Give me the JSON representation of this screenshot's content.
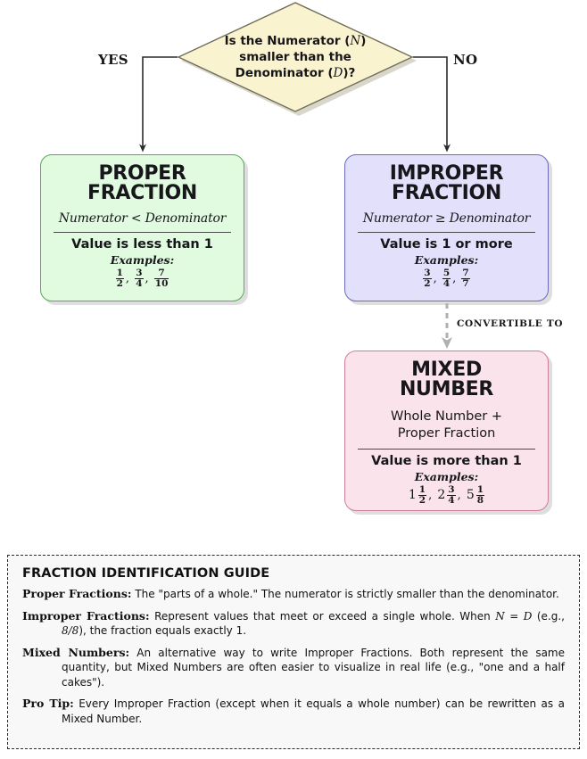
{
  "decision": {
    "line1_a": "Is the Numerator (",
    "line1_var": "N",
    "line1_b": ")",
    "line2": "smaller than the",
    "line3_a": "Denominator (",
    "line3_var": "D",
    "line3_b": ")?"
  },
  "branches": {
    "yes": "YES",
    "no": "NO"
  },
  "connector": {
    "convertible_label": "CONVERTIBLE TO"
  },
  "cards": {
    "proper": {
      "title_line1": "PROPER",
      "title_line2": "FRACTION",
      "rule": "Numerator < Denominator",
      "value": "Value is less than 1",
      "examples_label": "Examples:",
      "examples": [
        {
          "whole": "",
          "num": "1",
          "den": "2"
        },
        {
          "whole": "",
          "num": "3",
          "den": "4"
        },
        {
          "whole": "",
          "num": "7",
          "den": "10"
        }
      ]
    },
    "improper": {
      "title_line1": "IMPROPER",
      "title_line2": "FRACTION",
      "rule": "Numerator ≥ Denominator",
      "value": "Value is 1 or more",
      "examples_label": "Examples:",
      "examples": [
        {
          "whole": "",
          "num": "3",
          "den": "2"
        },
        {
          "whole": "",
          "num": "5",
          "den": "4"
        },
        {
          "whole": "",
          "num": "7",
          "den": "7"
        }
      ]
    },
    "mixed": {
      "title_line1": "MIXED",
      "title_line2": "NUMBER",
      "rule_line1": "Whole Number +",
      "rule_line2": "Proper Fraction",
      "value": "Value is more than 1",
      "examples_label": "Examples:",
      "examples": [
        {
          "whole": "1",
          "num": "1",
          "den": "2"
        },
        {
          "whole": "2",
          "num": "3",
          "den": "4"
        },
        {
          "whole": "5",
          "num": "1",
          "den": "8"
        }
      ]
    }
  },
  "guide": {
    "title": "FRACTION IDENTIFICATION GUIDE",
    "items": [
      {
        "term": "Proper Fractions:",
        "text": " The \"parts of a whole.\" The numerator is strictly smaller than the denominator."
      },
      {
        "term": "Improper Fractions:",
        "text_a": " Represent values that meet or exceed a single whole. When ",
        "math_a": "N = D",
        "text_b": " (e.g., ",
        "math_b": "8/8",
        "text_c": "), the fraction equals exactly 1."
      },
      {
        "term": "Mixed Numbers:",
        "text": " An alternative way to write Improper Fractions. Both represent the same quantity, but Mixed Numbers are often easier to visualize in real life (e.g., \"one and a half cakes\")."
      },
      {
        "term": "Pro Tip:",
        "text": " Every Improper Fraction (except when it equals a whole number) can be rewritten as a Mixed Number."
      }
    ]
  },
  "colors": {
    "diamond_fill": "#faf3d0",
    "proper_fill": "#e0fbe0",
    "proper_border": "#5aa85a",
    "improper_fill": "#e2e0fb",
    "improper_border": "#6b6bbf",
    "mixed_fill": "#fae3eb",
    "mixed_border": "#cf7c9c",
    "connector": "#333333",
    "dashed_connector": "#aaaaaa"
  }
}
